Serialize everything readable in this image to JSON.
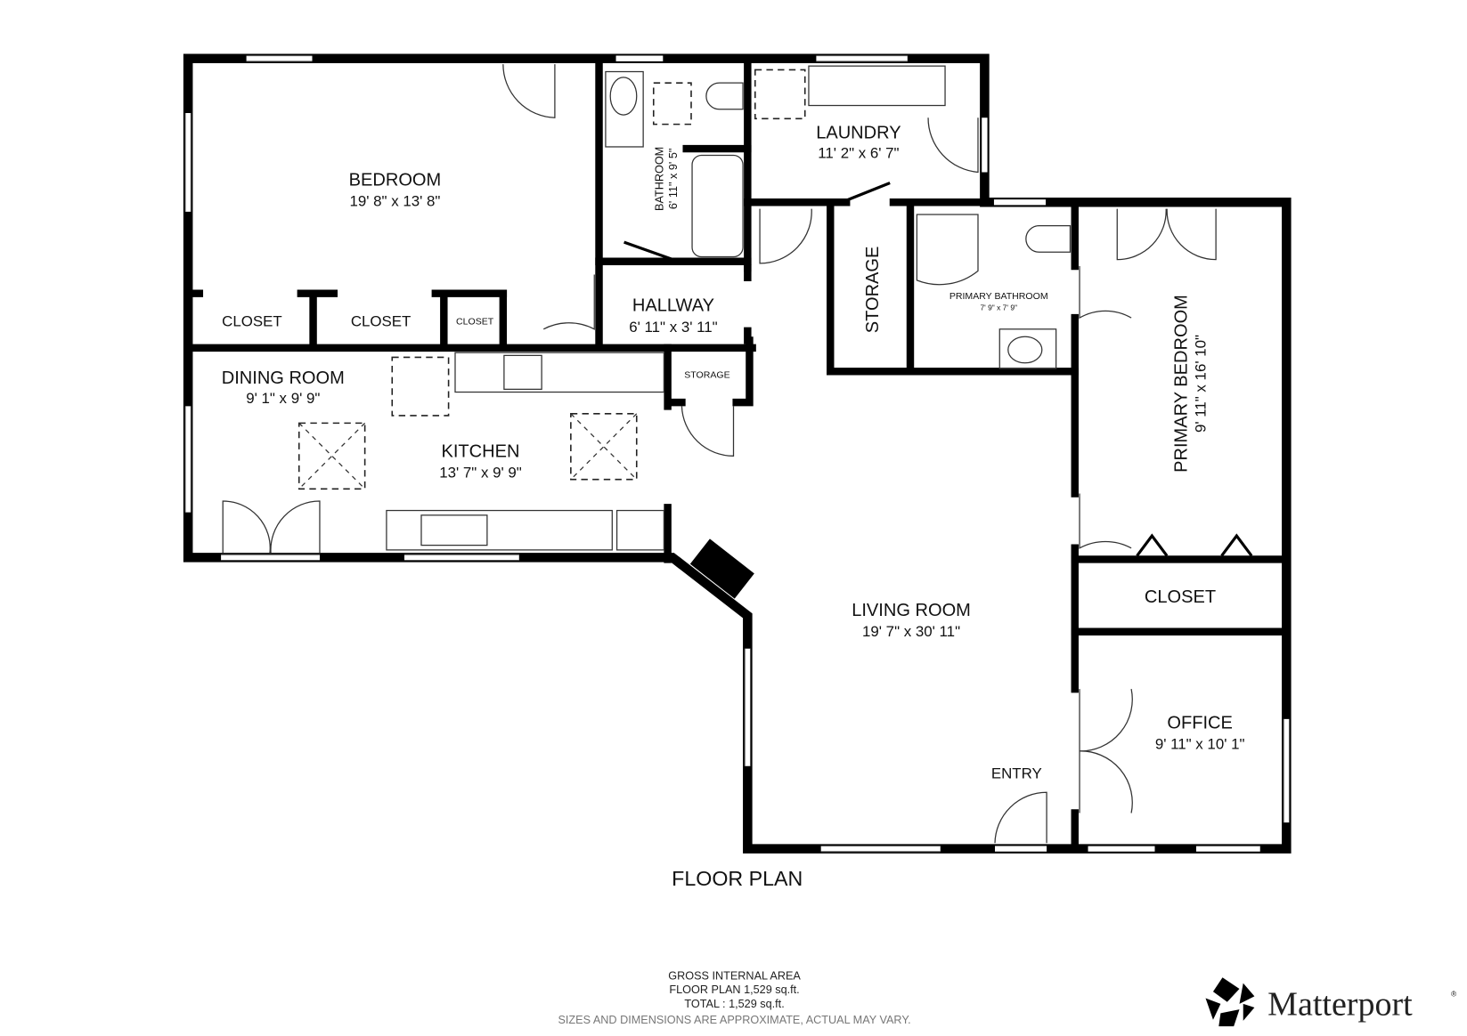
{
  "rooms": {
    "bedroom": {
      "name": "BEDROOM",
      "dims": "19' 8\" x 13' 8\""
    },
    "bathroom": {
      "name": "BATHROOM",
      "dims": "6' 11\" x 9' 5\""
    },
    "laundry": {
      "name": "LAUNDRY",
      "dims": "11' 2\" x 6' 7\""
    },
    "hallway": {
      "name": "HALLWAY",
      "dims": "6' 11\" x 3' 11\""
    },
    "storage_main": {
      "name": "STORAGE"
    },
    "primary_bathroom": {
      "name": "PRIMARY BATHROOM",
      "dims": "7' 9\" x 7' 9\""
    },
    "primary_bedroom": {
      "name": "PRIMARY BEDROOM",
      "dims": "9' 11\" x 16' 10\""
    },
    "closet1": {
      "name": "CLOSET"
    },
    "closet2": {
      "name": "CLOSET"
    },
    "closet3": {
      "name": "CLOSET"
    },
    "closet_primary": {
      "name": "CLOSET"
    },
    "dining_room": {
      "name": "DINING ROOM",
      "dims": "9' 1\" x 9' 9\""
    },
    "kitchen": {
      "name": "KITCHEN",
      "dims": "13' 7\" x 9' 9\""
    },
    "storage_kitchen": {
      "name": "STORAGE"
    },
    "living_room": {
      "name": "LIVING ROOM",
      "dims": "19' 7\" x 30' 11\""
    },
    "entry": {
      "name": "ENTRY"
    },
    "office": {
      "name": "OFFICE",
      "dims": "9' 11\" x 10' 1\""
    }
  },
  "title": "FLOOR PLAN",
  "footer": {
    "line1": "GROSS INTERNAL AREA",
    "line2": "FLOOR PLAN 1,529 sq.ft.",
    "line3": "TOTAL :  1,529 sq.ft.",
    "disclaimer": "SIZES AND DIMENSIONS ARE APPROXIMATE, ACTUAL MAY VARY."
  },
  "logo": {
    "text": "Matterport",
    "mark": "®"
  }
}
